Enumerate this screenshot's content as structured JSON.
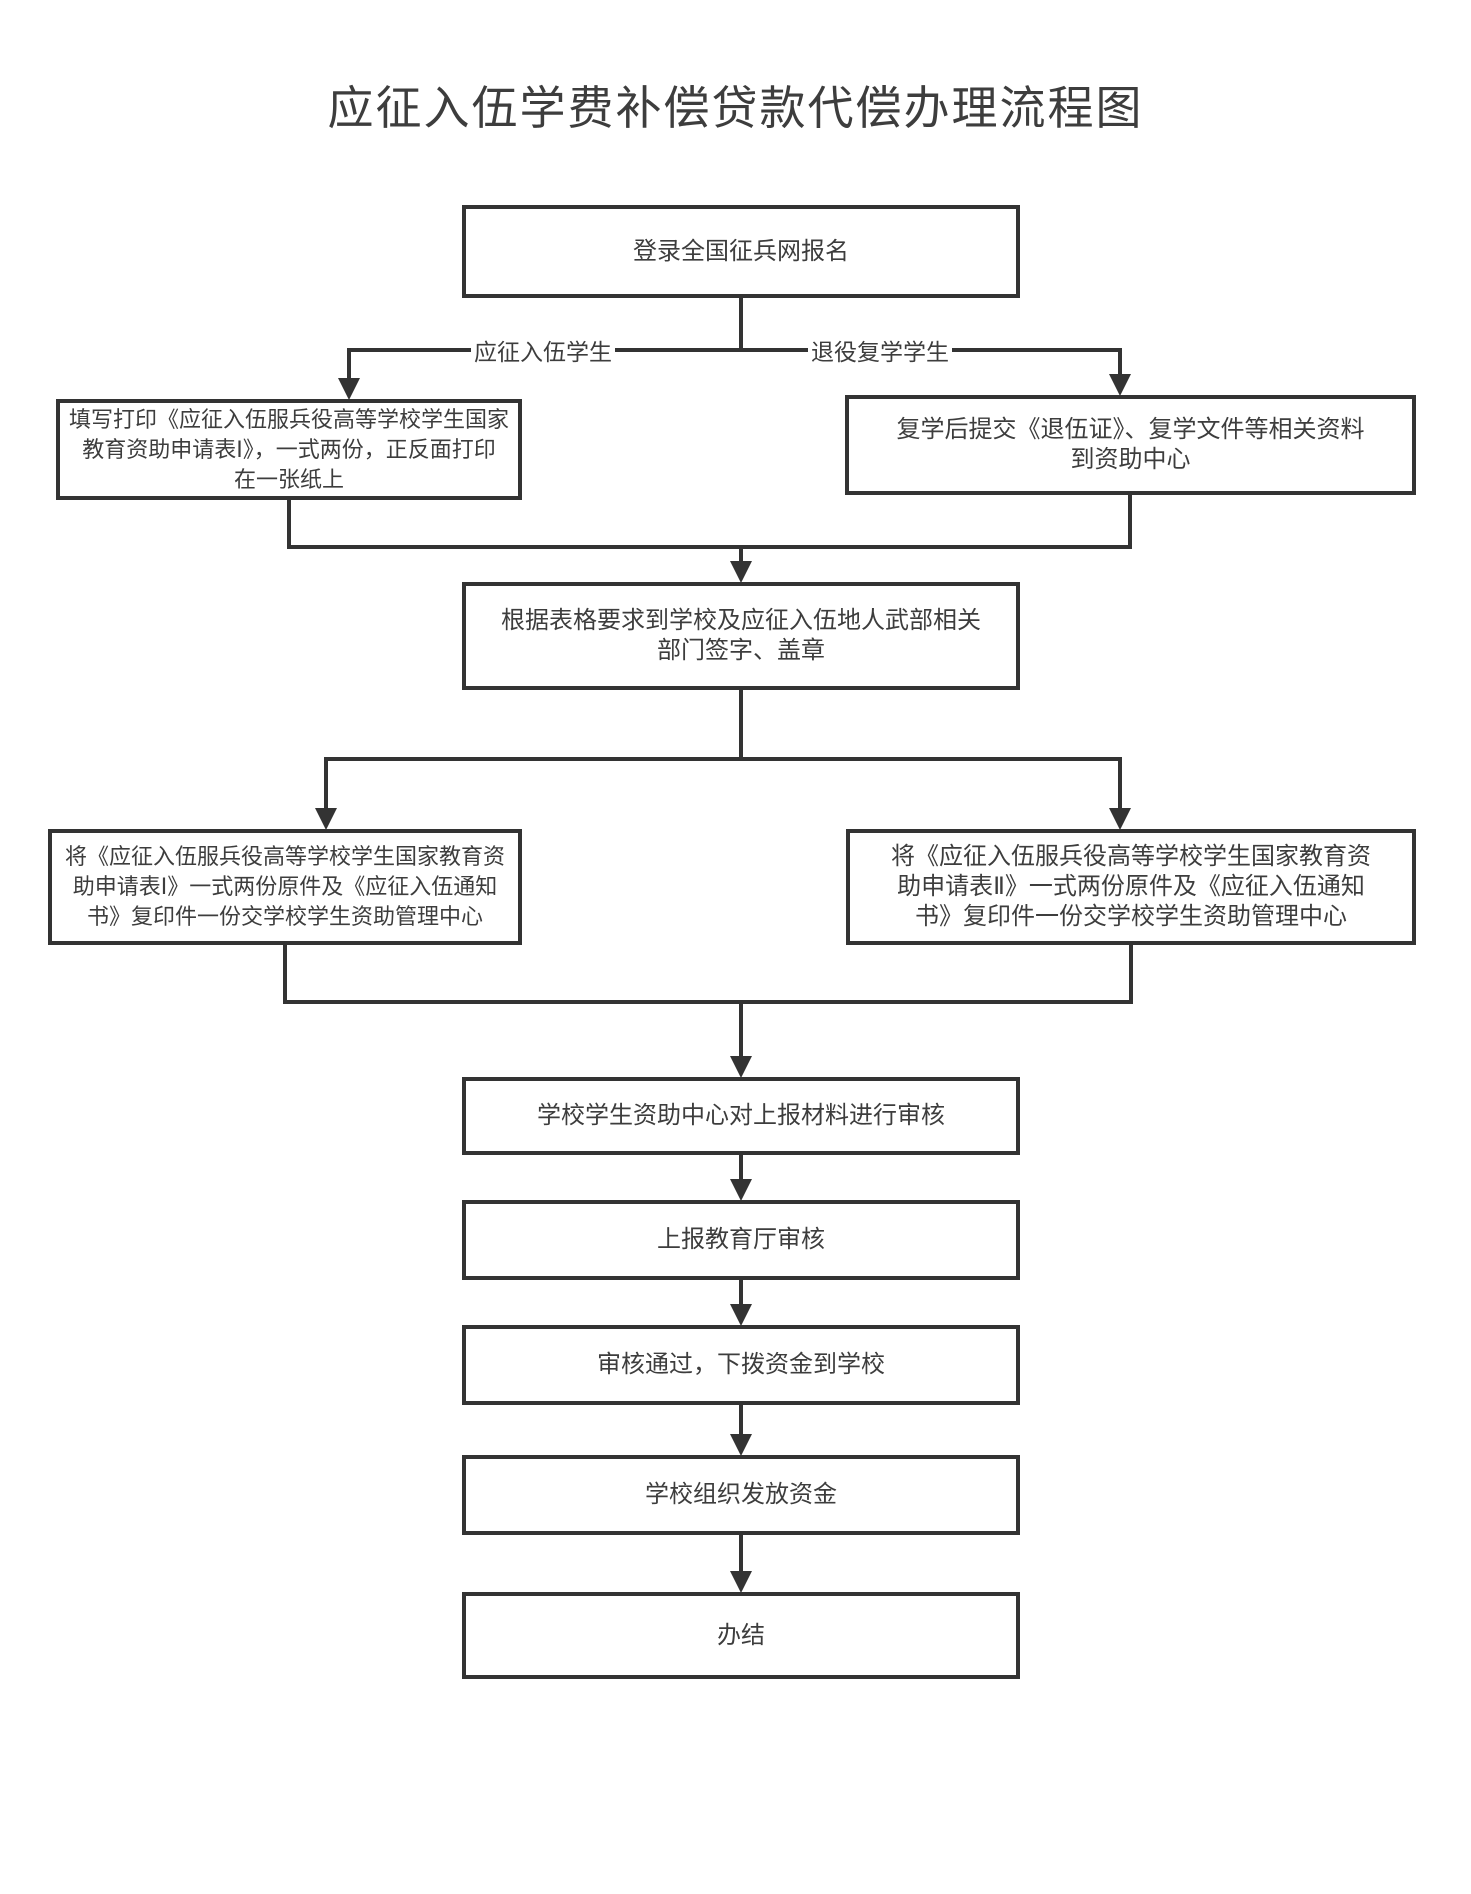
{
  "title": "应征入伍学费补偿贷款代偿办理流程图",
  "colors": {
    "line": "#333333",
    "text": "#3d3d3d",
    "background": "#ffffff"
  },
  "branch_labels": {
    "enlist": "应征入伍学生",
    "resume": "退役复学学生"
  },
  "nodes": {
    "login": "登录全国征兵网报名",
    "fill_print_form": "填写打印《应征入伍服兵役高等学校学生国家\n教育资助申请表Ⅰ》，一式两份，正反面打印\n在一张纸上",
    "resume_submit": "复学后提交《退伍证》、复学文件等相关资料\n到资助中心",
    "sign_seal": "根据表格要求到学校及应征入伍地人武部相关\n部门签字、盖章",
    "submit_form1": "将《应征入伍服兵役高等学校学生国家教育资\n助申请表Ⅰ》一式两份原件及《应征入伍通知\n书》复印件一份交学校学生资助管理中心",
    "submit_form2": "将《应征入伍服兵役高等学校学生国家教育资\n助申请表Ⅱ》一式两份原件及《应征入伍通知\n书》复印件一份交学校学生资助管理中心",
    "school_review": "学校学生资助中心对上报材料进行审核",
    "report_provincial": "上报教育厅审核",
    "allocate_funds": "审核通过，下拨资金到学校",
    "school_distribute": "学校组织发放资金",
    "complete": "办结"
  }
}
